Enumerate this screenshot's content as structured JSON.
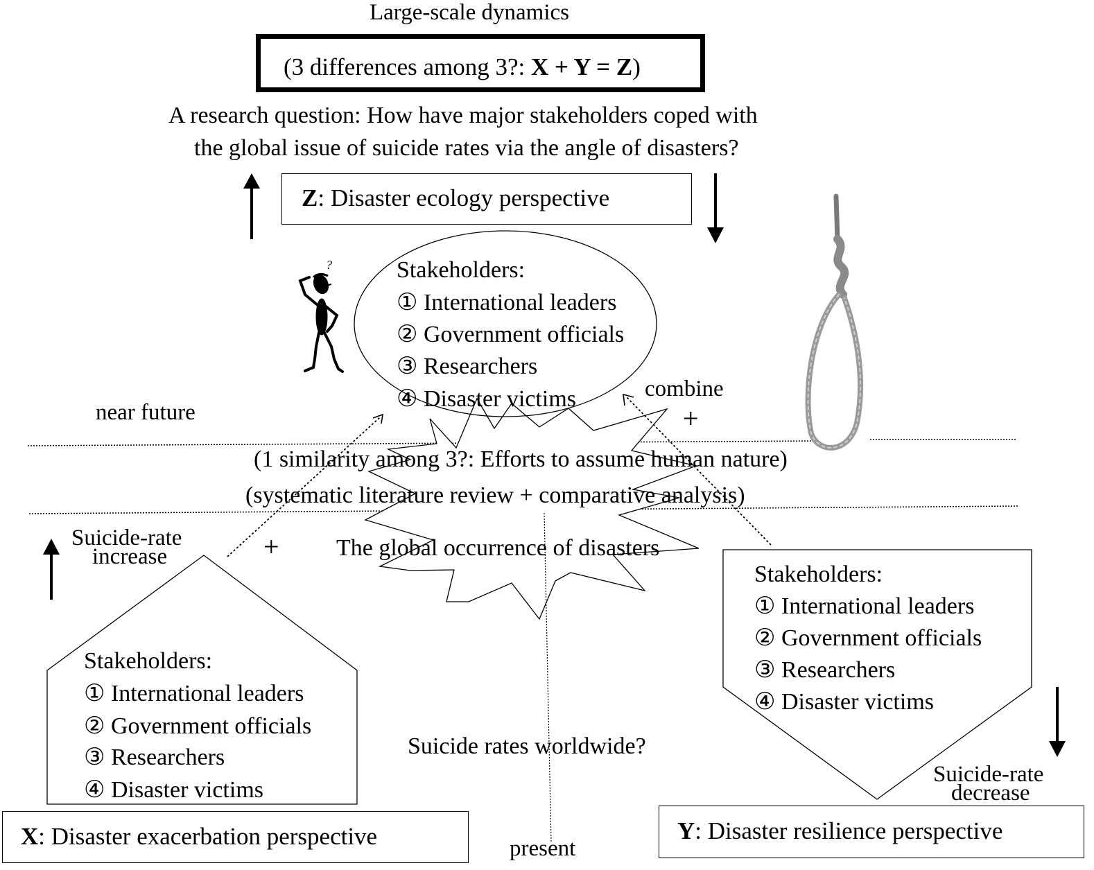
{
  "header": {
    "dynamics_label": "Large-scale dynamics",
    "formula_prefix": "(3 differences among 3?: ",
    "formula_bold": "X + Y = Z",
    "formula_suffix": ")",
    "research_question_line1": "A research question: How have major stakeholders coped with",
    "research_question_line2": "the global issue of suicide rates via the angle of disasters?"
  },
  "perspectives": {
    "z": {
      "letter": "Z",
      "text": ": Disaster ecology perspective"
    },
    "x": {
      "letter": "X",
      "text": ": Disaster exacerbation perspective"
    },
    "y": {
      "letter": "Y",
      "text": ": Disaster resilience perspective"
    }
  },
  "stakeholders": {
    "title": "Stakeholders:",
    "items": [
      "① International leaders",
      "② Government officials",
      "③ Researchers",
      "④ Disaster victims"
    ]
  },
  "labels": {
    "combine": "combine",
    "plus": "+",
    "near_future": "near future",
    "similarity": "(1 similarity among 3?: Efforts to assume human nature)",
    "method": "(systematic literature review + comparative analysis)",
    "increase_line1": "Suicide-rate",
    "increase_line2": "increase",
    "decrease_line1": "Suicide-rate",
    "decrease_line2": "decrease",
    "disasters": "The global occurrence of disasters",
    "suicide_worldwide": "Suicide rates worldwide?",
    "present": "present",
    "question_mark": "?"
  },
  "icons": [
    "thinking-person-icon",
    "noose-icon",
    "up-arrow-icon",
    "down-arrow-icon"
  ]
}
